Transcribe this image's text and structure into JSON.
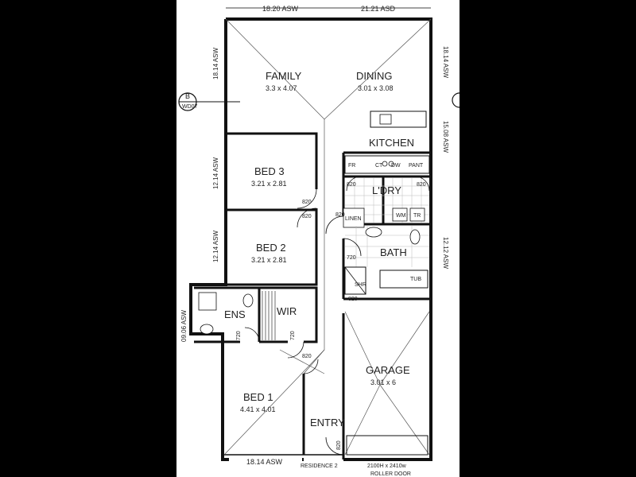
{
  "rooms": {
    "family": {
      "name": "FAMILY",
      "size": "3.3 x 4.07"
    },
    "dining": {
      "name": "DINING",
      "size": "3.01 x 3.08"
    },
    "kitchen": {
      "name": "KITCHEN"
    },
    "bed3": {
      "name": "BED 3",
      "size": "3.21 x 2.81"
    },
    "bed2": {
      "name": "BED 2",
      "size": "3.21 x 2.81"
    },
    "laundry": {
      "name": "L'DRY"
    },
    "bath": {
      "name": "BATH"
    },
    "ensuite": {
      "name": "ENS"
    },
    "wir": {
      "name": "WIR"
    },
    "bed1": {
      "name": "BED 1",
      "size": "4.41 x 4.01"
    },
    "garage": {
      "name": "GARAGE",
      "size": "3.01 x 6"
    },
    "entry": {
      "name": "ENTRY"
    }
  },
  "dimensions": {
    "top_left": "18.20 ASW",
    "top_right": "21.21 ASD",
    "left_upper": "18.14 ASW",
    "left_mid": "12.14 ASW",
    "left_low": "12.14 ASW",
    "left_ens": "09.06 ASW",
    "right_upper": "18.14 ASW",
    "right_kitchen": "15.08 ASW",
    "right_bath": "12.12 ASW",
    "bottom_left": "18.14 ASW",
    "bottom_mid": "RESIDENCE 2",
    "bottom_garage": "2100H x 2410w",
    "bottom_door": "ROLLER DOOR"
  },
  "door_labels": {
    "bed3": "820",
    "bed2": "820",
    "linen": "820",
    "ldry_left": "820",
    "ldry_right": "820",
    "bath": "720",
    "garage": "820",
    "wir": "720",
    "ens": "720",
    "bed1": "820",
    "entry": "820"
  },
  "fixtures": {
    "fridge": "FR",
    "cooktop": "CT",
    "dishwasher": "DW",
    "pantry": "PANT",
    "washer": "WM",
    "tub_trough": "TR",
    "linen": "LINEN",
    "bathtub": "TUB",
    "shower": "SHR"
  },
  "marker": {
    "letter": "B",
    "ref": "WD07"
  }
}
